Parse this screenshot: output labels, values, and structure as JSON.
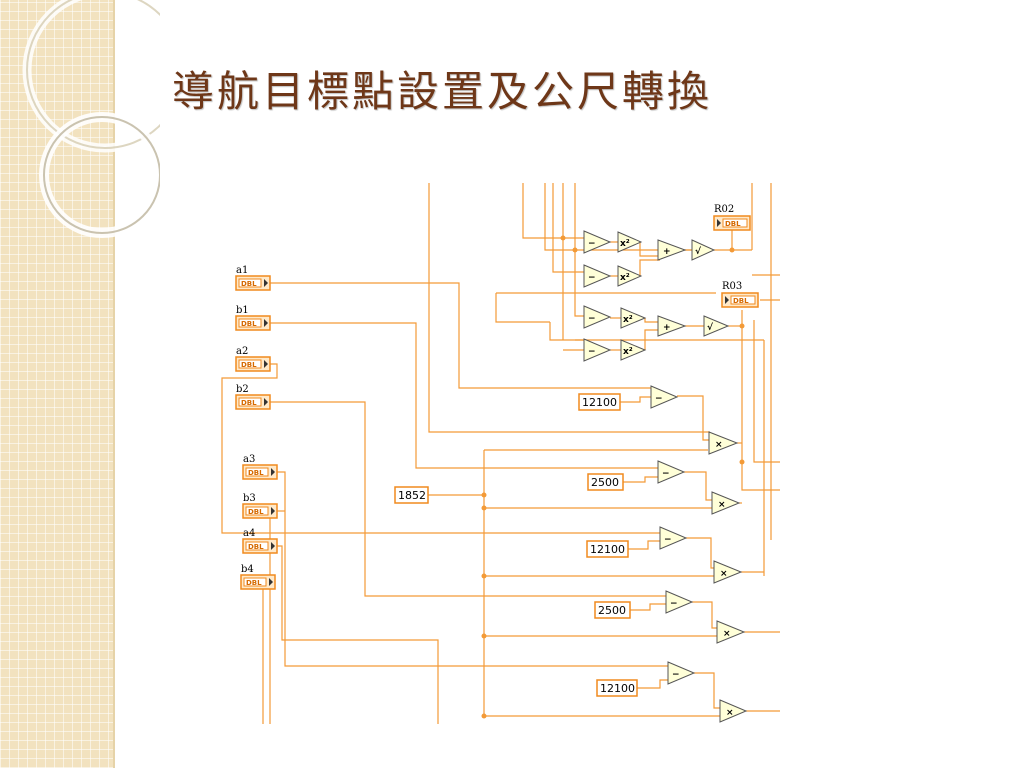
{
  "slide": {
    "title": "導航目標點設置及公尺轉換"
  },
  "diagram": {
    "controls": [
      {
        "id": "a1",
        "label": "a1",
        "type": "DBL"
      },
      {
        "id": "b1",
        "label": "b1",
        "type": "DBL"
      },
      {
        "id": "a2",
        "label": "a2",
        "type": "DBL"
      },
      {
        "id": "b2",
        "label": "b2",
        "type": "DBL"
      },
      {
        "id": "a3",
        "label": "a3",
        "type": "DBL"
      },
      {
        "id": "b3",
        "label": "b3",
        "type": "DBL"
      },
      {
        "id": "a4",
        "label": "a4",
        "type": "DBL"
      },
      {
        "id": "b4",
        "label": "b4",
        "type": "DBL"
      }
    ],
    "indicators": [
      {
        "id": "R02",
        "label": "R02",
        "type": "DBL"
      },
      {
        "id": "R03",
        "label": "R03",
        "type": "DBL"
      }
    ],
    "constants": [
      "1852",
      "12100",
      "2500",
      "12100",
      "2500",
      "12100"
    ],
    "operators": {
      "subtract": "−",
      "square": "x²",
      "add": "+",
      "sqrt": "√",
      "multiply": "×"
    }
  },
  "colors": {
    "title": "#6e3718",
    "wire": "#f39a37",
    "control_border": "#f08a1e",
    "sidebar": "#f2e2bf"
  }
}
